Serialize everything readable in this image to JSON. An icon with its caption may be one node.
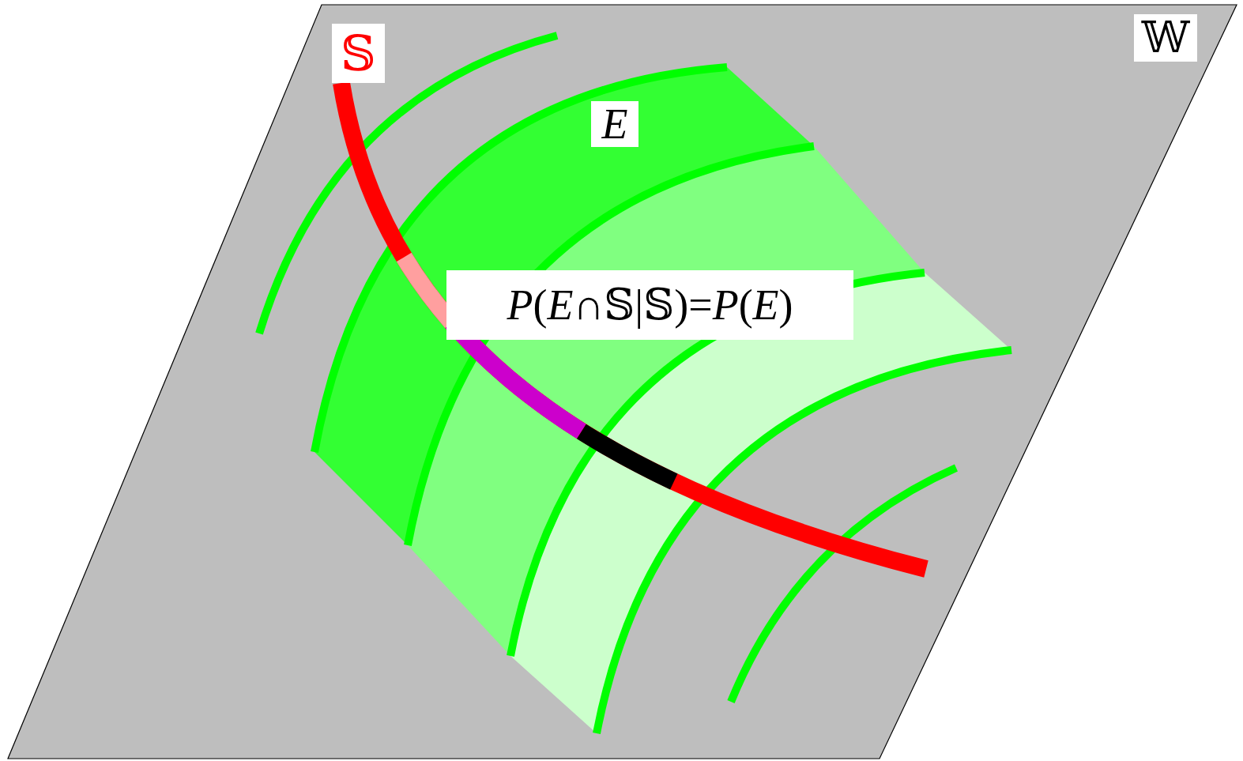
{
  "diagram": {
    "labels": [
      "𝕊",
      "𝕎",
      "E",
      "*P*(*E*∩𝕊|𝕊)=*P*(*E*)"
    ]
  }
}
